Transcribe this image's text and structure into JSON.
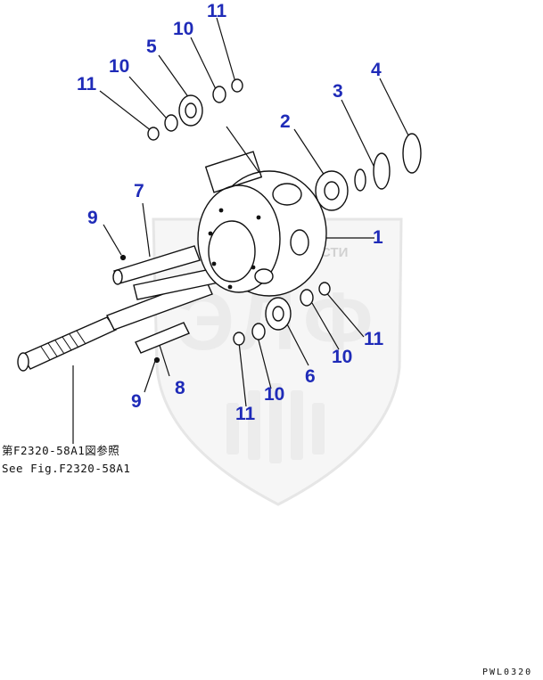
{
  "callouts": {
    "c1": "1",
    "c2": "2",
    "c3": "3",
    "c4": "4",
    "c5": "5",
    "c6": "6",
    "c7": "7",
    "c8": "8",
    "c9a": "9",
    "c9b": "9",
    "c10a": "10",
    "c10b": "10",
    "c10c": "10",
    "c10d": "10",
    "c11a": "11",
    "c11b": "11",
    "c11c": "11",
    "c11d": "11"
  },
  "notes": {
    "ref_jp": "第F2320-58A1図参照",
    "ref_en": "See Fig.F2320-58A1",
    "figure_code": "PWL0320"
  },
  "watermark": {
    "line": "ГЕНЕРАЛ-ЗАПЧАСТИ",
    "logo_letters": "ЭЛФ"
  },
  "colors": {
    "callout": "#1f2bb8",
    "line": "#111111",
    "watermark": "#cfcfcf"
  }
}
